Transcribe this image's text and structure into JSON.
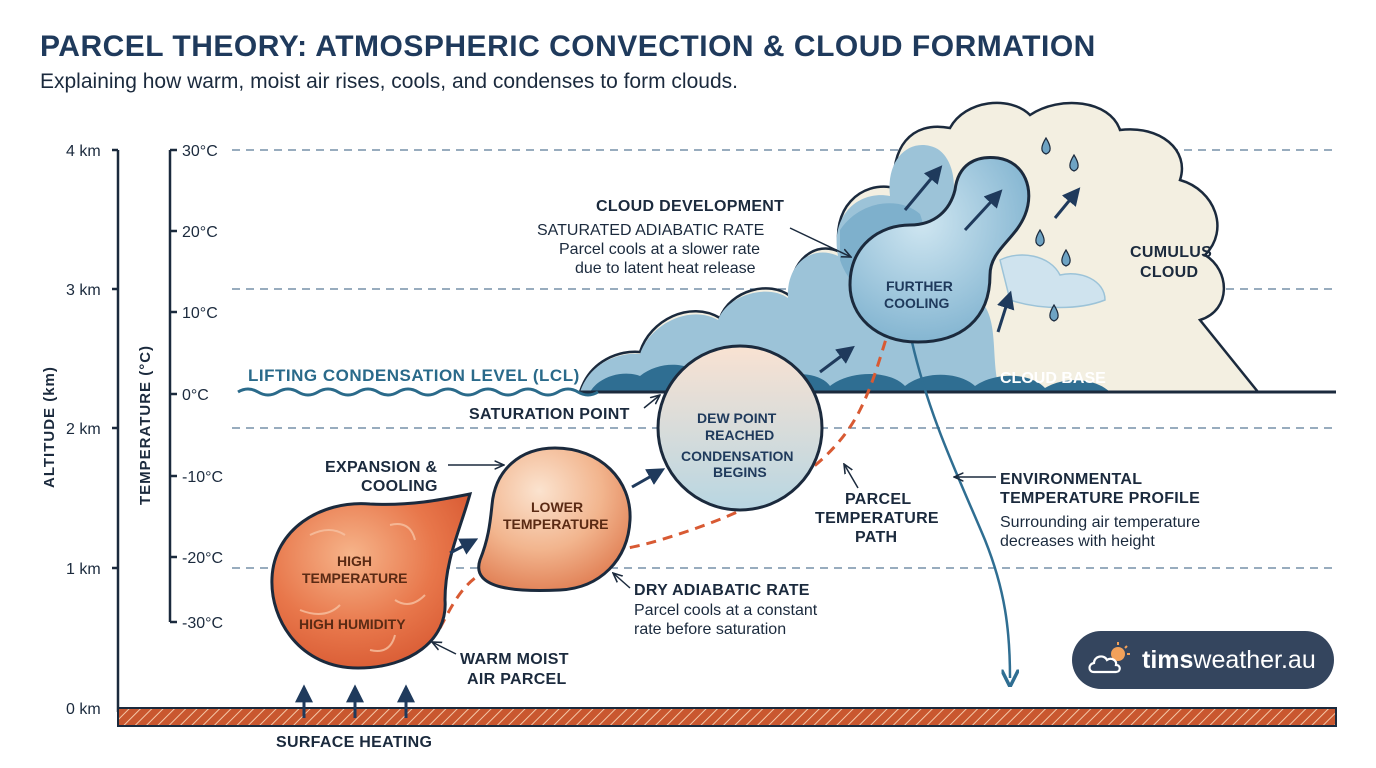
{
  "header": {
    "title": "PARCEL THEORY: ATMOSPHERIC CONVECTION & CLOUD FORMATION",
    "subtitle": "Explaining how warm, moist air rises, cools, and condenses to form clouds."
  },
  "axes": {
    "altitude_title": "ALTITUDE (km)",
    "altitude_ticks": [
      "4 km",
      "3 km",
      "2 km",
      "1 km",
      "0 km"
    ],
    "temperature_title": "TEMPERATURE (°C)",
    "temperature_ticks": [
      "30°C",
      "20°C",
      "10°C",
      "0°C",
      "-10°C",
      "-20°C",
      "-30°C"
    ]
  },
  "levels": {
    "lcl": "LIFTING CONDENSATION LEVEL (LCL)",
    "cloud_base": "CLOUD BASE",
    "cumulus_line1": "CUMULUS",
    "cumulus_line2": "CLOUD"
  },
  "parcels": {
    "warm": {
      "line1": "HIGH",
      "line2": "TEMPERATURE",
      "line3": "HIGH HUMIDITY"
    },
    "lower": {
      "line1": "LOWER",
      "line2": "TEMPERATURE"
    },
    "dew": {
      "line1": "DEW POINT",
      "line2": "REACHED",
      "line3": "CONDENSATION",
      "line4": "BEGINS"
    },
    "further": {
      "line1": "FURTHER",
      "line2": "COOLING"
    }
  },
  "annotations": {
    "surface_heating": "SURFACE HEATING",
    "warm_moist_1": "WARM MOIST",
    "warm_moist_2": "AIR PARCEL",
    "expansion_1": "EXPANSION &",
    "expansion_2": "COOLING",
    "saturation_point": "SATURATION POINT",
    "dry_rate_title": "DRY ADIABATIC RATE",
    "dry_rate_1": "Parcel cools at a constant",
    "dry_rate_2": "rate before saturation",
    "parcel_path_1": "PARCEL",
    "parcel_path_2": "TEMPERATURE",
    "parcel_path_3": "PATH",
    "cloud_dev_title": "CLOUD DEVELOPMENT",
    "sat_rate_title": "SATURATED ADIABATIC RATE",
    "sat_rate_1": "Parcel cools at a slower rate",
    "sat_rate_2": "due to latent heat release",
    "env_profile_1": "ENVIRONMENTAL",
    "env_profile_2": "TEMPERATURE PROFILE",
    "env_desc_1": "Surrounding air temperature",
    "env_desc_2": "decreases with height"
  },
  "brand": {
    "strong": "tims",
    "rest": "weather.au",
    "icon": "cloud-sun-icon"
  },
  "colors": {
    "navy": "#1f3a5c",
    "orange": "#e4734a",
    "cloud_blue": "#6ea3c3",
    "cloud_dark": "#2f6e92",
    "cream": "#f3efe1",
    "ground": "#c9572f"
  }
}
